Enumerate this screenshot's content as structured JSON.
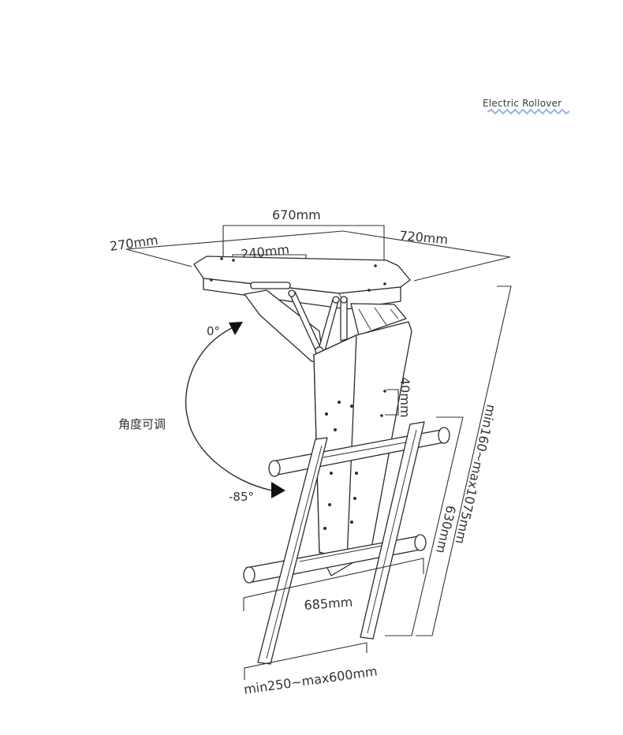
{
  "brand": {
    "text": "Electric Rollover",
    "wave_color": "#9db6ea"
  },
  "dimensions": {
    "top_width": "670mm",
    "bracket_spacing_1": "240mm",
    "bracket_spacing_2": "240mm",
    "depth": "270mm",
    "length": "720mm",
    "hole_spacing": "40mm",
    "height_range": "min160~max1075mm",
    "vesa_height": "630mm",
    "vesa_width": "685mm",
    "vesa_range": "min250~max600mm"
  },
  "angle": {
    "label": "角度可调",
    "top": "0°",
    "bottom": "-85°"
  }
}
